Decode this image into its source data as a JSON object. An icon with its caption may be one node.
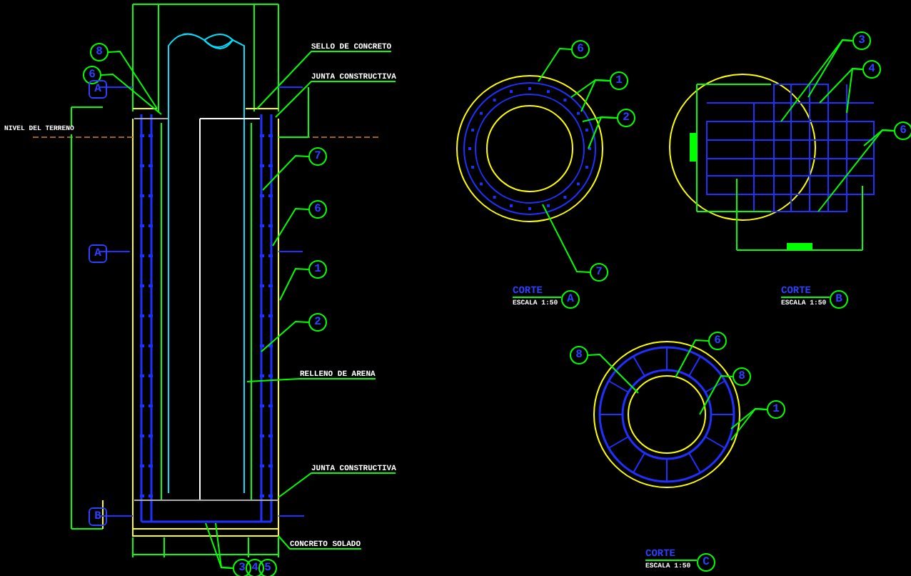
{
  "diagram": {
    "nodes": [
      {
        "text": [
          "8"
        ]
      },
      {
        "text": [
          "6"
        ]
      },
      {
        "text": [
          "SELLO DE CONCRETO"
        ]
      },
      {
        "text": [
          "JUNTA CONSTRUCTIVA"
        ]
      },
      {
        "text": [
          "7"
        ]
      },
      {
        "text": [
          "6"
        ]
      },
      {
        "text": [
          "1"
        ]
      },
      {
        "text": [
          "2"
        ]
      },
      {
        "text": [
          "RELLENO DE ARENA"
        ]
      },
      {
        "text": [
          "JUNTA CONSTRUCTIVA"
        ]
      },
      {
        "text": [
          "CONCRETO SOLADO"
        ]
      },
      {
        "text": [
          "3"
        ]
      },
      {
        "text": [
          "4"
        ]
      },
      {
        "text": [
          "5"
        ]
      },
      {
        "text": [
          "6"
        ]
      },
      {
        "text": [
          "1"
        ]
      },
      {
        "text": [
          "2"
        ]
      },
      {
        "text": [
          "7"
        ]
      },
      {
        "text": [
          "3"
        ]
      },
      {
        "text": [
          "4"
        ]
      },
      {
        "text": [
          "6"
        ]
      },
      {
        "text": [
          "8"
        ]
      },
      {
        "text": [
          "6"
        ]
      },
      {
        "text": [
          "8"
        ]
      },
      {
        "text": [
          "1"
        ]
      },
      {
        "text": [
          "A"
        ]
      },
      {
        "text": [
          "B"
        ]
      },
      {
        "text": [
          "C"
        ]
      }
    ],
    "edges": [
      {
        "from": 0,
        "to": null,
        "arrow": "none"
      },
      {
        "from": 1,
        "to": null,
        "arrow": "none"
      },
      {
        "from": 2,
        "to": null,
        "arrow": "none"
      },
      {
        "from": 3,
        "to": null,
        "arrow": "none"
      },
      {
        "from": 4,
        "to": null,
        "arrow": "none"
      },
      {
        "from": 5,
        "to": null,
        "arrow": "none"
      },
      {
        "from": 6,
        "to": null,
        "arrow": "none"
      },
      {
        "from": 7,
        "to": null,
        "arrow": "none"
      },
      {
        "from": 8,
        "to": null,
        "arrow": "none"
      },
      {
        "from": 9,
        "to": null,
        "arrow": "none"
      },
      {
        "from": 10,
        "to": null,
        "arrow": "none"
      },
      {
        "from": 11,
        "to": null,
        "arrow": "none"
      },
      {
        "from": 11,
        "to": null,
        "arrow": "none"
      },
      {
        "from": 14,
        "to": null,
        "arrow": "none"
      },
      {
        "from": 15,
        "to": null,
        "arrow": "none"
      },
      {
        "from": 15,
        "to": null,
        "arrow": "none"
      },
      {
        "from": 16,
        "to": null,
        "arrow": "none"
      },
      {
        "from": 16,
        "to": null,
        "arrow": "none"
      },
      {
        "from": 17,
        "to": null,
        "arrow": "none"
      },
      {
        "from": 18,
        "to": null,
        "arrow": "none"
      },
      {
        "from": 18,
        "to": null,
        "arrow": "none"
      },
      {
        "from": 19,
        "to": null,
        "arrow": "none"
      },
      {
        "from": 19,
        "to": null,
        "arrow": "none"
      },
      {
        "from": 20,
        "to": null,
        "arrow": "none"
      },
      {
        "from": 20,
        "to": null,
        "arrow": "none"
      },
      {
        "from": 21,
        "to": null,
        "arrow": "none"
      },
      {
        "from": 22,
        "to": null,
        "arrow": "none"
      },
      {
        "from": 23,
        "to": null,
        "arrow": "none"
      },
      {
        "from": 24,
        "to": null,
        "arrow": "none"
      },
      {
        "from": 24,
        "to": null,
        "arrow": "none"
      }
    ],
    "labels": [
      "NIVEL DEL TERRENO",
      "A",
      "A",
      "B",
      "CORTE",
      "ESCALA 1:50",
      "CORTE",
      "ESCALA 1:50",
      "CORTE",
      "ESCALA 1:50"
    ]
  }
}
